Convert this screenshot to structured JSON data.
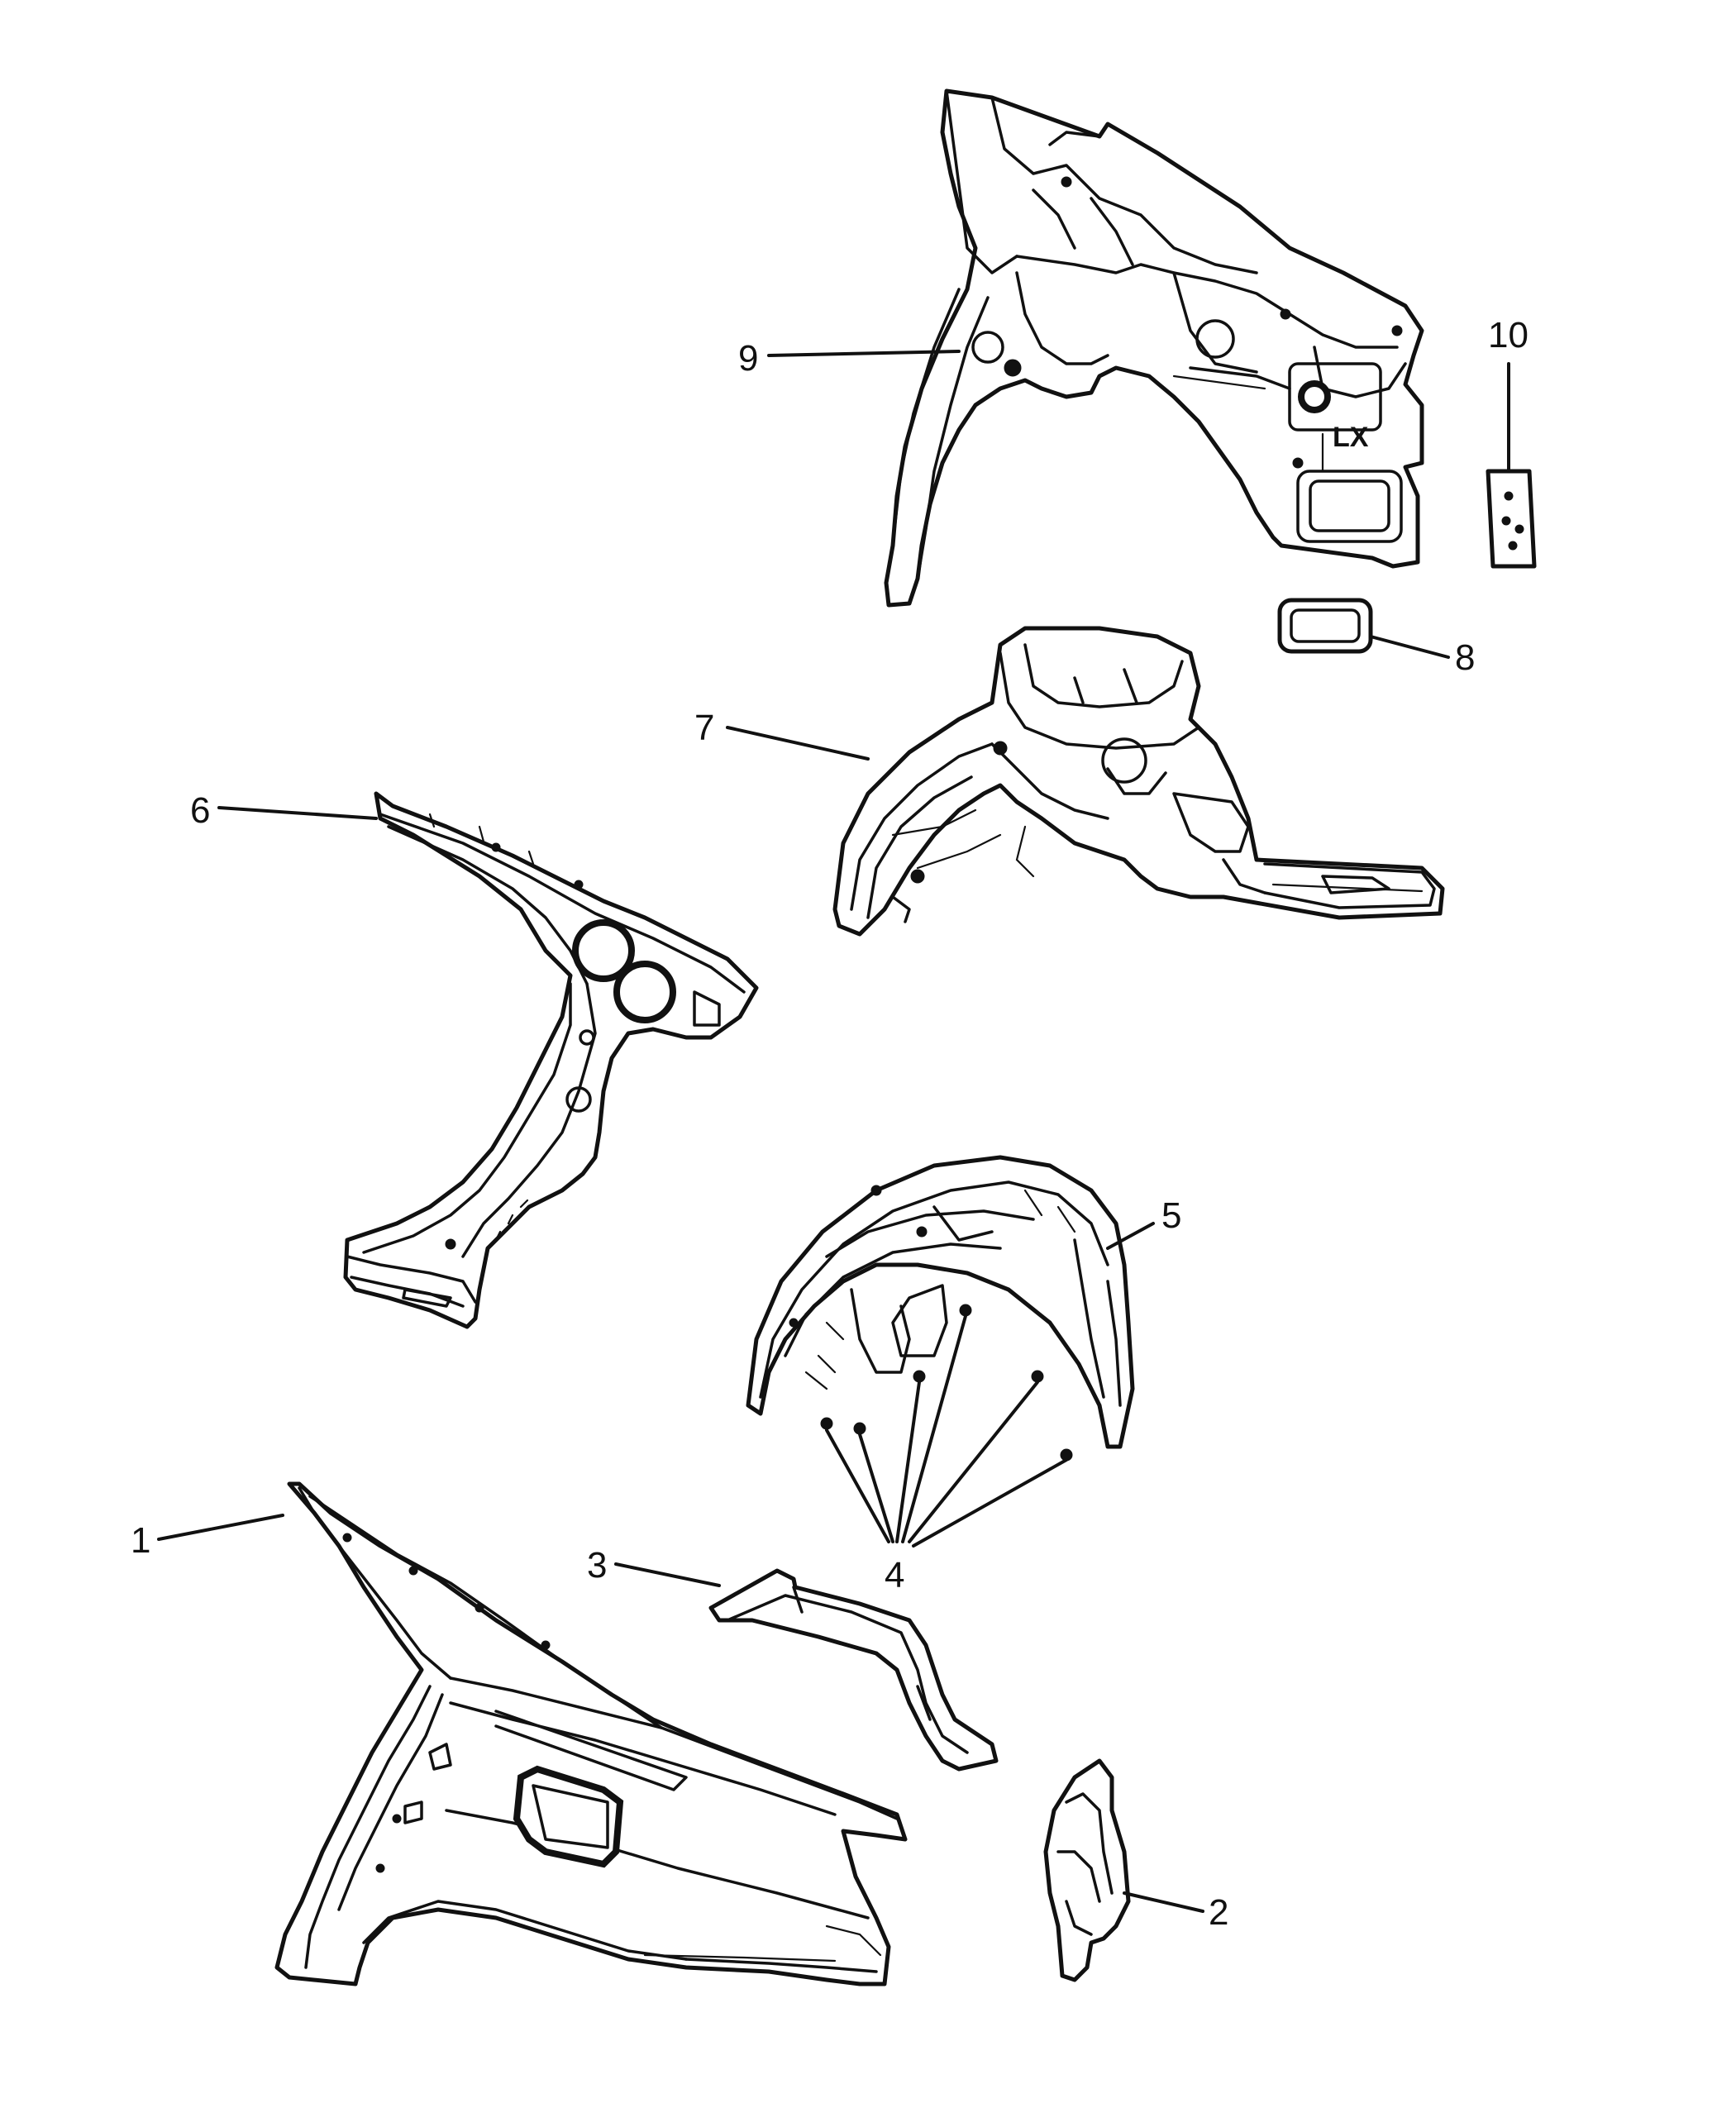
{
  "diagram": {
    "type": "exploded parts diagram",
    "callouts": [
      {
        "id": "1",
        "label": "1"
      },
      {
        "id": "2",
        "label": "2"
      },
      {
        "id": "3",
        "label": "3"
      },
      {
        "id": "4",
        "label": "4"
      },
      {
        "id": "5",
        "label": "5"
      },
      {
        "id": "6",
        "label": "6"
      },
      {
        "id": "7",
        "label": "7"
      },
      {
        "id": "8",
        "label": "8"
      },
      {
        "id": "9",
        "label": "9"
      },
      {
        "id": "10",
        "label": "10"
      }
    ],
    "part_stamp": "LX",
    "line_color": "#111111",
    "background": "#ffffff"
  }
}
